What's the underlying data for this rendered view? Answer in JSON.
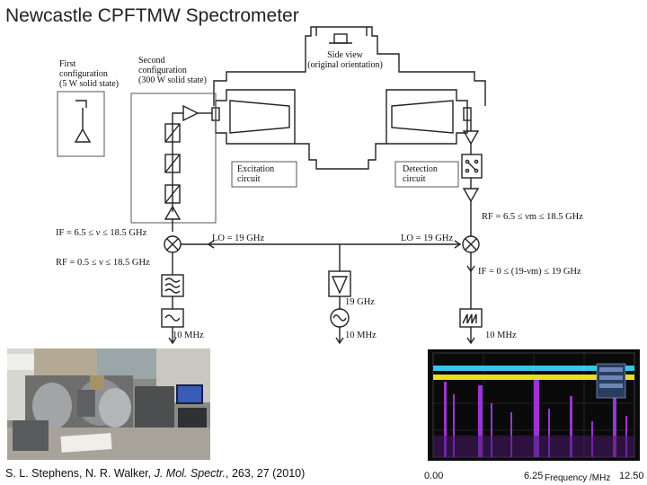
{
  "slide": {
    "title": "Newcastle CPFTMW Spectrometer"
  },
  "diagram": {
    "first_config": [
      "First",
      "configuration",
      "(5 W solid state)"
    ],
    "second_config": [
      "Second",
      "configuration",
      "(300 W solid state)"
    ],
    "side_view": [
      "Side view",
      "(original orientation)"
    ],
    "excitation": [
      "Excitation",
      "circuit"
    ],
    "detection": [
      "Detection",
      "circuit"
    ],
    "if_left": "IF = 6.5 ≤ ν ≤ 18.5 GHz",
    "lo_left": "LO = 19 GHz",
    "rf_left": "RF = 0.5 ≤ ν ≤ 18.5 GHz",
    "mhz_left": "10 MHz",
    "lo_right": "LO = 19 GHz",
    "rf_right": "RF = 6.5 ≤ νm ≤ 18.5 GHz",
    "if_right": "IF = 0 ≤ (19-νm) ≤ 19 GHz",
    "mhz_right": "10 MHz",
    "ghz_center": "19 GHz",
    "mhz_center": "10 MHz"
  },
  "spectrum": {
    "x_start": "0.00",
    "x_mid": "6.25",
    "x_end": "12.50",
    "x_label": "Frequency /MHz"
  },
  "citation": {
    "authors": "S. L. Stephens, N. R. Walker,",
    "journal": "J. Mol. Spectr.",
    "ref": ", 263, 27 (2010)"
  },
  "colors": {
    "trace_cyan": "#35c6e8",
    "trace_yellow": "#e6de1e",
    "trace_magenta": "#9b34d8",
    "screen_bg": "#0a0a0a"
  }
}
